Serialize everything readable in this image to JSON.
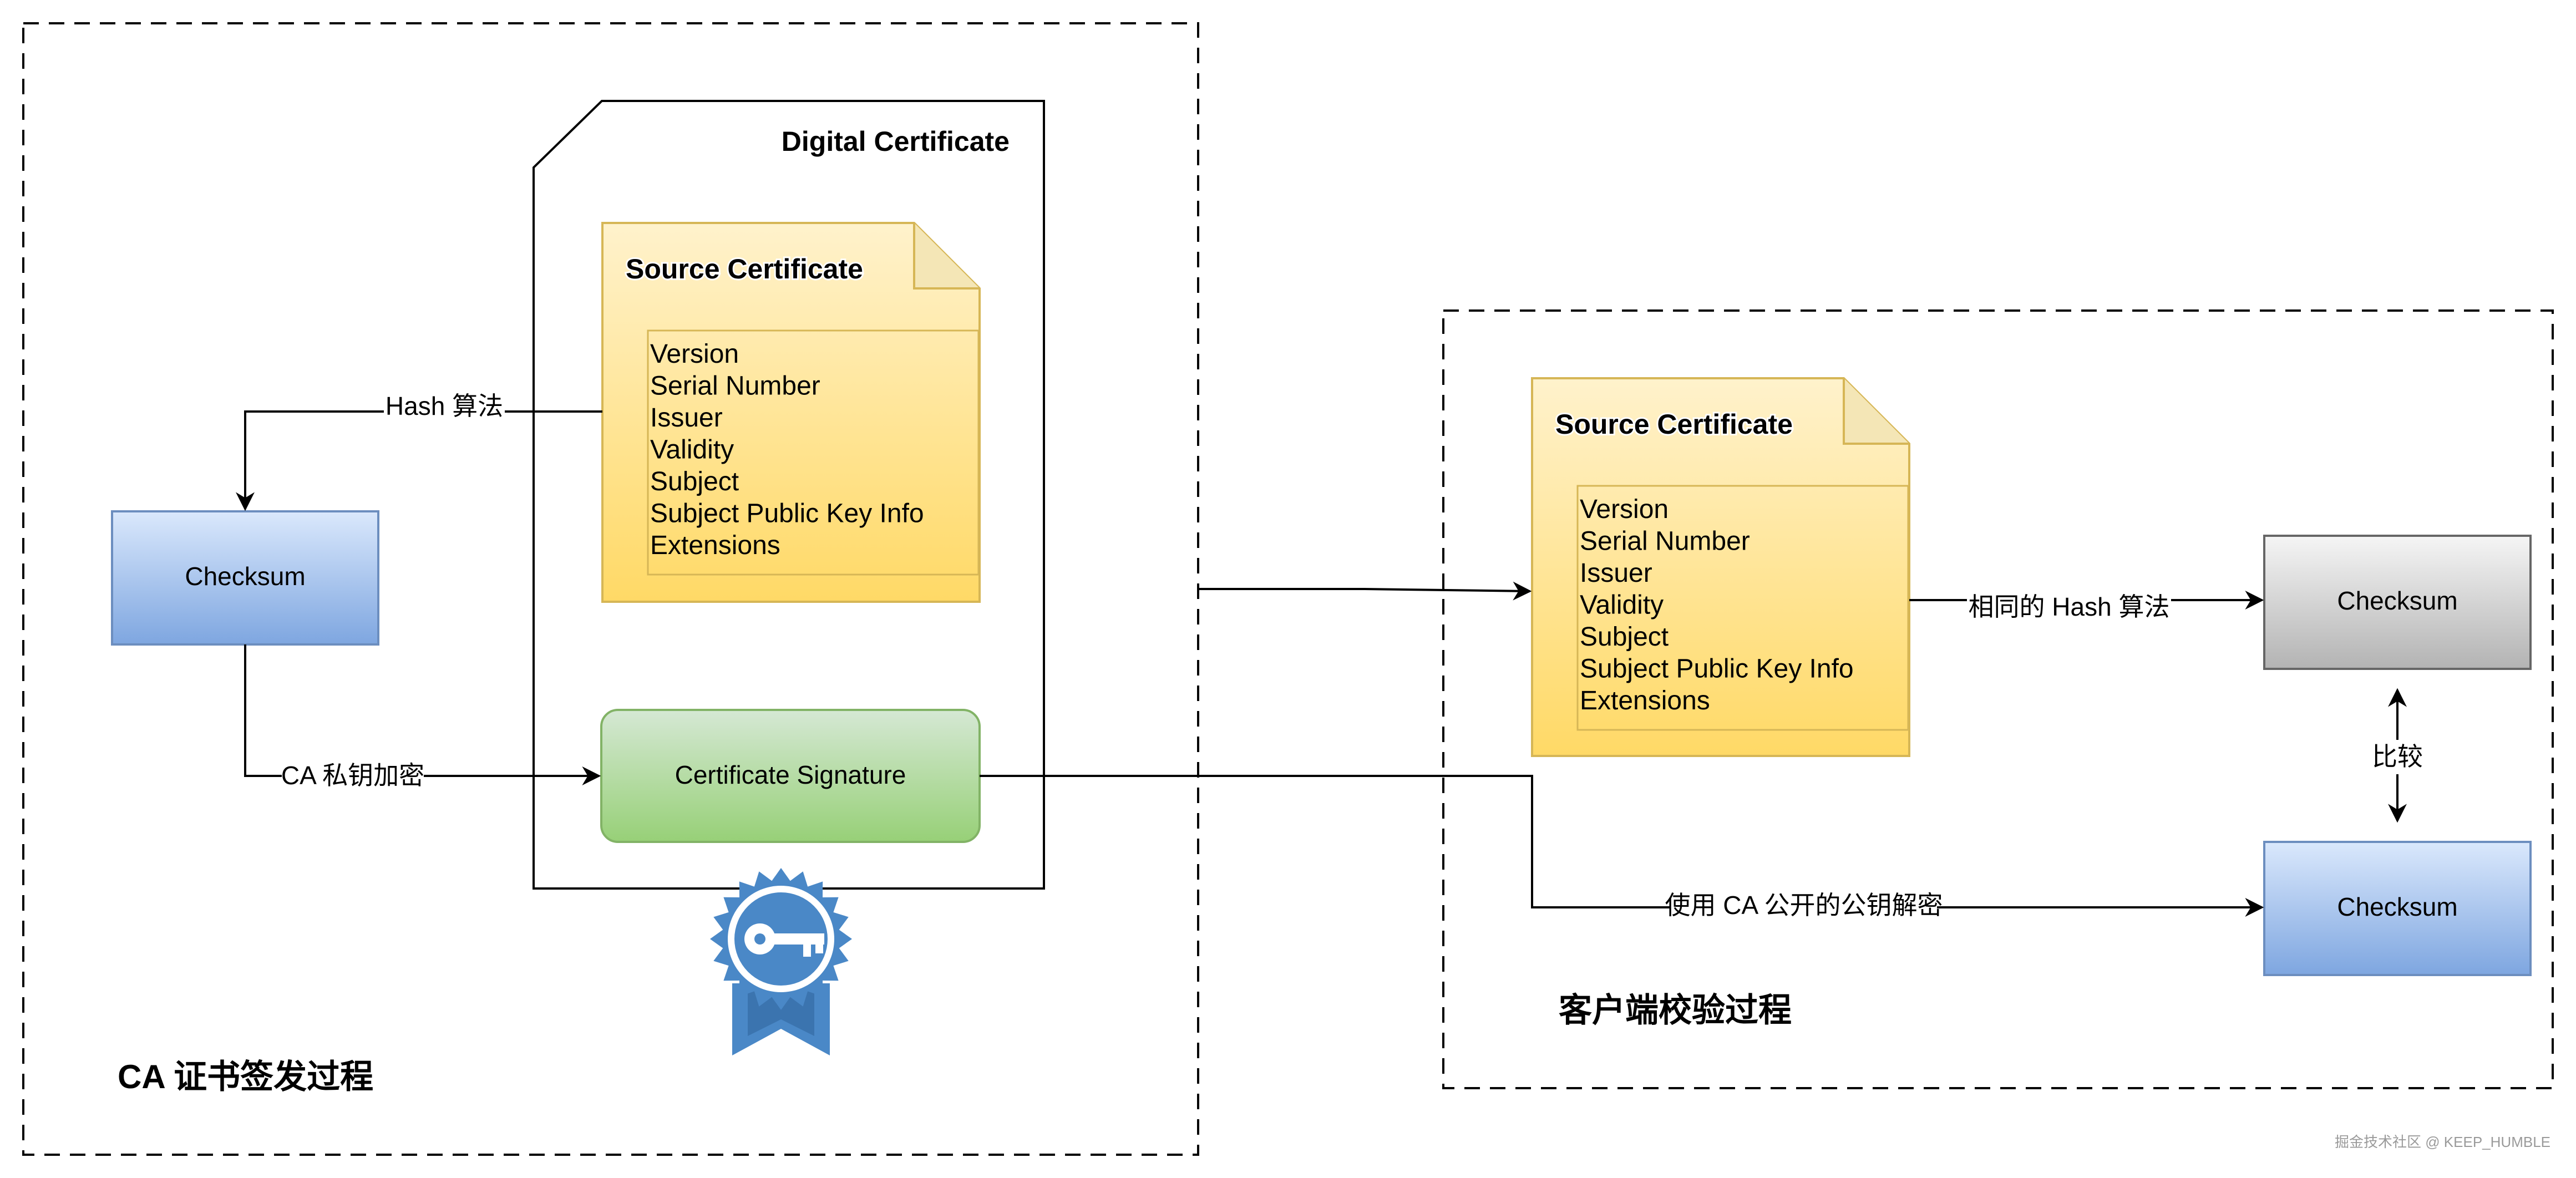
{
  "regions": {
    "issuing_title": "CA 证书签发过程",
    "client_title": "客户端校验过程"
  },
  "digital_certificate": {
    "title": "Digital Certificate"
  },
  "source_certificate_left": {
    "title": "Source Certificate",
    "fields": [
      "Version",
      "Serial Number",
      "Issuer",
      "Validity",
      "Subject",
      "Subject Public Key Info",
      "Extensions"
    ]
  },
  "source_certificate_right": {
    "title": "Source Certificate",
    "fields": [
      "Version",
      "Serial Number",
      "Issuer",
      "Validity",
      "Subject",
      "Subject Public Key Info",
      "Extensions"
    ]
  },
  "nodes": {
    "checksum_left": "Checksum",
    "certificate_signature": "Certificate Signature",
    "checksum_gray": "Checksum",
    "checksum_blue_right": "Checksum"
  },
  "edges": {
    "hash_algorithm": "Hash 算法",
    "ca_private_key_encrypt": "CA 私钥加密",
    "same_hash_algorithm": "相同的 Hash 算法",
    "compare": "比较",
    "decrypt_with_ca_public_key": "使用 CA 公开的公钥解密"
  },
  "icons": {
    "certificate_badge": "certificate-key-badge-icon"
  },
  "colors": {
    "blue_box_top": "#dae8fc",
    "blue_box_bottom": "#7ea6e0",
    "blue_border": "#6c8ebf",
    "green_box_top": "#d5e8d4",
    "green_box_bottom": "#97d077",
    "green_border": "#82b366",
    "yellow_doc_top": "#fff2cc",
    "yellow_doc_bottom": "#ffd966",
    "yellow_border": "#d6b656",
    "gray_box_top": "#f5f5f5",
    "gray_box_bottom": "#b3b3b3",
    "gray_border": "#666666",
    "badge_blue": "#4a88c7"
  },
  "watermark": "掘金技术社区 @ KEEP_HUMBLE"
}
